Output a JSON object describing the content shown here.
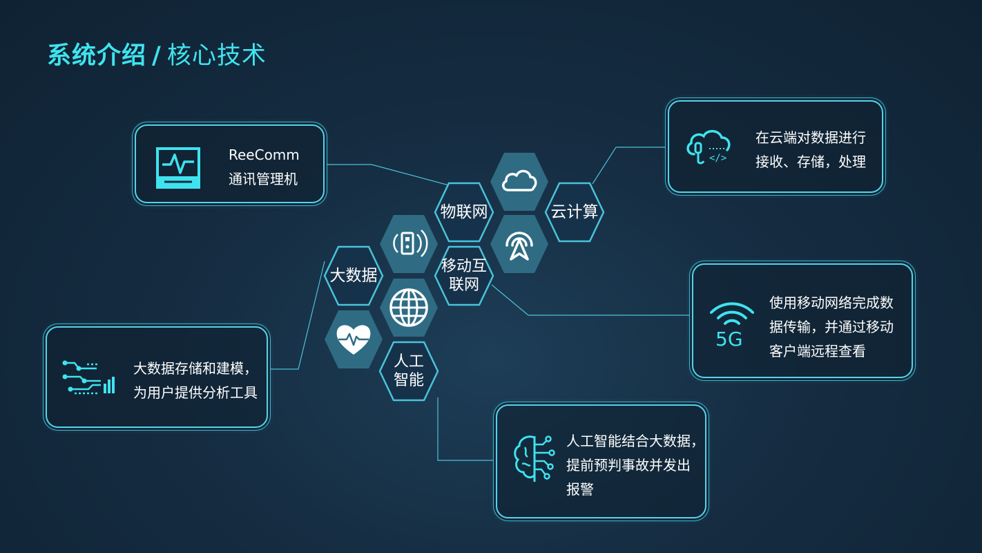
{
  "header": {
    "title_main": "系统介绍",
    "title_sep": "/",
    "title_sub": "核心技术"
  },
  "colors": {
    "accent": "#3fe3ef",
    "box_border": "#56d3e8",
    "hex_fill": "#2f6c84",
    "hex_border": "#49c4da",
    "background": "#152c41"
  },
  "cards": [
    {
      "icon": "monitor-pulse-icon",
      "lines": [
        "ReeComm",
        "通讯管理机"
      ]
    },
    {
      "icon": "cloud-code-icon",
      "lines": [
        "在云端对数据进行",
        "接收、存储，处理"
      ]
    },
    {
      "icon": "5g-signal-icon",
      "lines": [
        "使用移动网络完成数",
        "据传输，并通过移动",
        "客户端远程查看"
      ]
    },
    {
      "icon": "data-flow-icon",
      "lines": [
        "大数据存储和建模，",
        "为用户提供分析工具"
      ]
    },
    {
      "icon": "ai-brain-icon",
      "lines": [
        "人工智能结合大数据，",
        "提前预判事故并发出",
        "报警"
      ]
    }
  ],
  "hexagons": [
    {
      "label": "物联网"
    },
    {
      "label": "云计算"
    },
    {
      "label": "大数据"
    },
    {
      "label_lines": [
        "移动互",
        "联网"
      ]
    },
    {
      "label_lines": [
        "人工",
        "智能"
      ]
    },
    {
      "icon": "cloud-icon"
    },
    {
      "icon": "navigation-signal-icon"
    },
    {
      "icon": "device-signal-icon"
    },
    {
      "icon": "globe-icon"
    },
    {
      "icon": "heart-pulse-icon"
    }
  ]
}
